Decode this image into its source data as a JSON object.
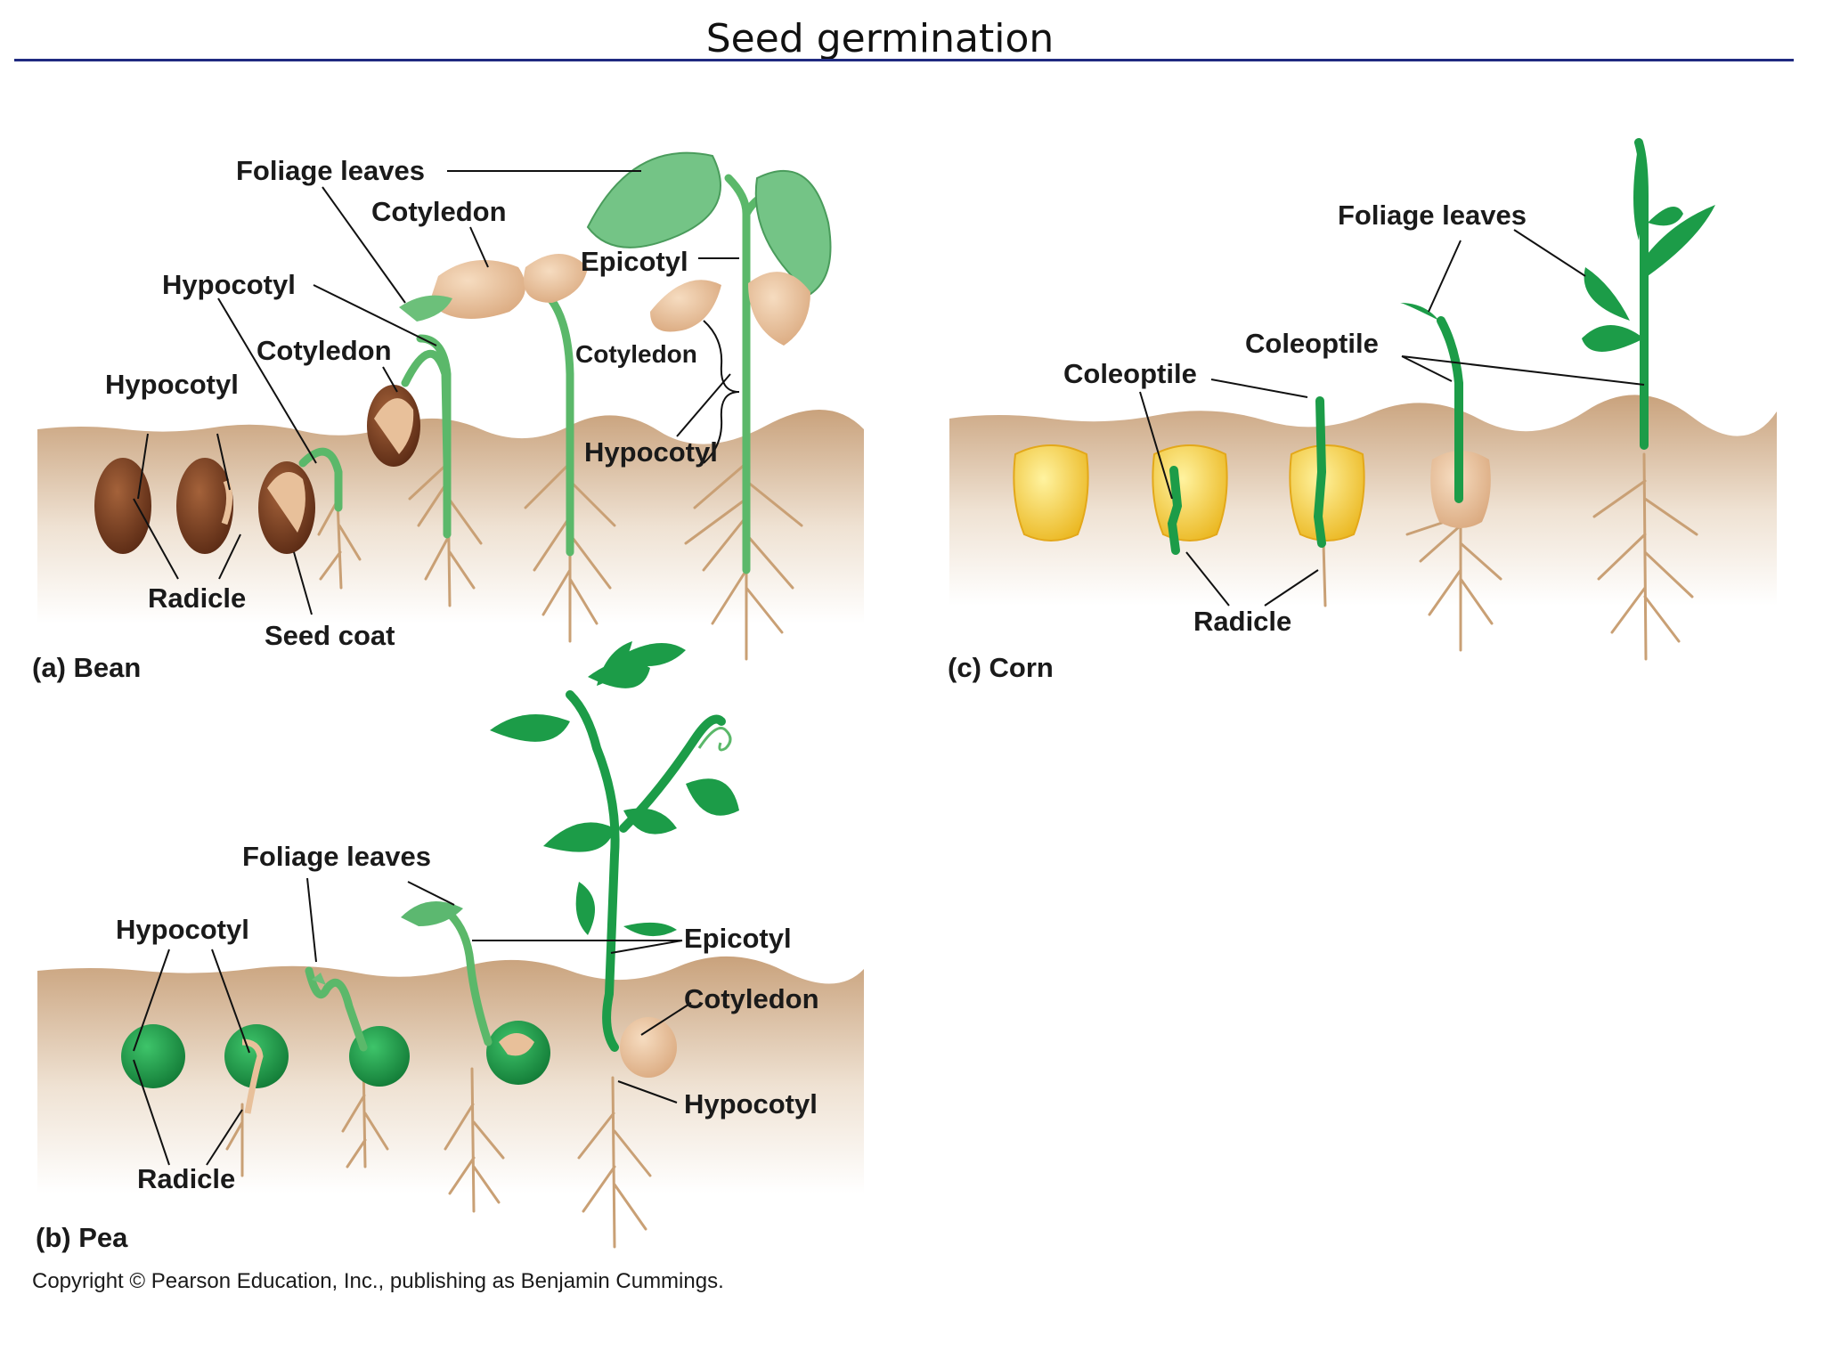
{
  "title": "Seed germination",
  "panels": {
    "bean": {
      "caption": "(a) Bean",
      "labels": {
        "foliage_leaves": "Foliage leaves",
        "cotyledon_1": "Cotyledon",
        "hypocotyl_1": "Hypocotyl",
        "cotyledon_2": "Cotyledon",
        "hypocotyl_2": "Hypocotyl",
        "epicotyl": "Epicotyl",
        "cotyledon_3": "Cotyledon",
        "hypocotyl_3": "Hypocotyl",
        "radicle": "Radicle",
        "seed_coat": "Seed coat"
      }
    },
    "pea": {
      "caption": "(b) Pea",
      "labels": {
        "foliage_leaves": "Foliage leaves",
        "hypocotyl_1": "Hypocotyl",
        "epicotyl": "Epicotyl",
        "cotyledon": "Cotyledon",
        "hypocotyl_2": "Hypocotyl",
        "radicle": "Radicle"
      }
    },
    "corn": {
      "caption": "(c) Corn",
      "labels": {
        "foliage_leaves": "Foliage leaves",
        "coleoptile_1": "Coleoptile",
        "coleoptile_2": "Coleoptile",
        "radicle": "Radicle"
      }
    }
  },
  "copyright": "Copyright © Pearson Education, Inc., publishing as Benjamin Cummings.",
  "colors": {
    "title_rule": "#1f2a80",
    "soil_top": "#c9a27c",
    "soil_bottom": "#ffffff",
    "bean_seed": "#7a3f22",
    "pea_seed": "#1c9c48",
    "corn_kernel": "#f6cf3c",
    "stem_light": "#5bb86a",
    "stem_dark": "#1c9c48",
    "cotyledon": "#e8c09a",
    "root": "#c9a075"
  }
}
